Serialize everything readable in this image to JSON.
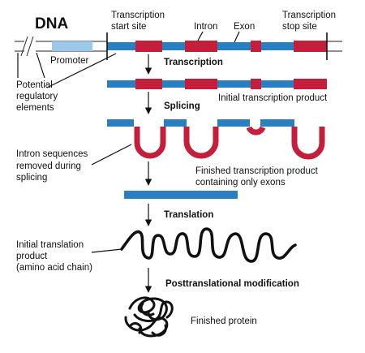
{
  "title": "DNA",
  "labels": {
    "transcription_start": [
      "Transcription",
      "start site"
    ],
    "intron": "Intron",
    "exon": "Exon",
    "transcription_stop": [
      "Transcription",
      "stop site"
    ],
    "promoter": "Promoter",
    "regulatory": [
      "Potential",
      "regulatory",
      "elements"
    ],
    "initial_transcription": "Initial transcription product",
    "intron_removed": [
      "Intron sequences",
      "removed during",
      "splicing"
    ],
    "finished_transcription": [
      "Finished transcription product",
      "containing only exons"
    ],
    "initial_translation": [
      "Initial translation",
      "product",
      "(amino acid chain)"
    ],
    "finished_protein": "Finished protein"
  },
  "steps": {
    "transcription": "Transcription",
    "splicing": "Splicing",
    "translation": "Translation",
    "posttranslational": "Posttranslational modification"
  },
  "colors": {
    "exon": "#2a7fc0",
    "intron": "#c41e3a",
    "promoter": "#9cc8ea",
    "line": "#111111"
  }
}
